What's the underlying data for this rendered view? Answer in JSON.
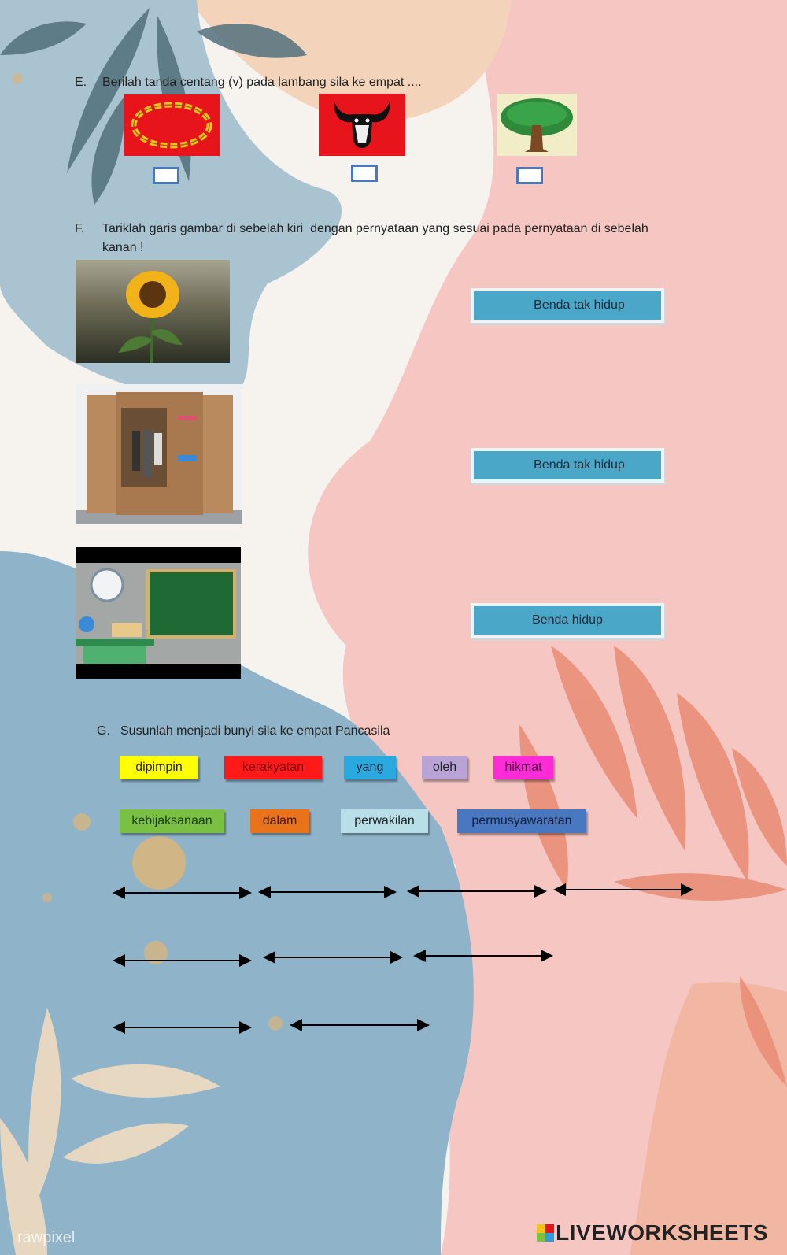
{
  "section_e": {
    "number": "E.",
    "question": "Berilah tanda centang (v) pada lambang sila ke empat ...."
  },
  "section_f": {
    "number": "F.",
    "question_line1": "Tariklah garis gambar di sebelah kiri  dengan pernyataan yang sesuai pada pernyataan di sebelah",
    "question_line2": "kanan !",
    "answers": [
      "Benda tak hidup",
      "Benda tak  hidup",
      "Benda hidup"
    ]
  },
  "section_g": {
    "number": "G.",
    "question": "Susunlah menjadi bunyi sila ke empat Pancasila",
    "words": [
      {
        "label": "dipimpin",
        "color": "#ffff00"
      },
      {
        "label": "kerakyatan",
        "color": "#ff1a1a"
      },
      {
        "label": "yang",
        "color": "#2aa9e0"
      },
      {
        "label": "oleh",
        "color": "#b9a2d6"
      },
      {
        "label": "hikmat",
        "color": "#ff2bd6"
      },
      {
        "label": "kebijaksanaan",
        "color": "#7ac143"
      },
      {
        "label": "dalam",
        "color": "#e8731a"
      },
      {
        "label": "perwakilan",
        "color": "#b8dfe8"
      },
      {
        "label": "permusyawaratan",
        "color": "#4a78c0"
      }
    ]
  },
  "footer": {
    "brand": "LIVEWORKSHEETS",
    "watermark": "rawpixel"
  }
}
